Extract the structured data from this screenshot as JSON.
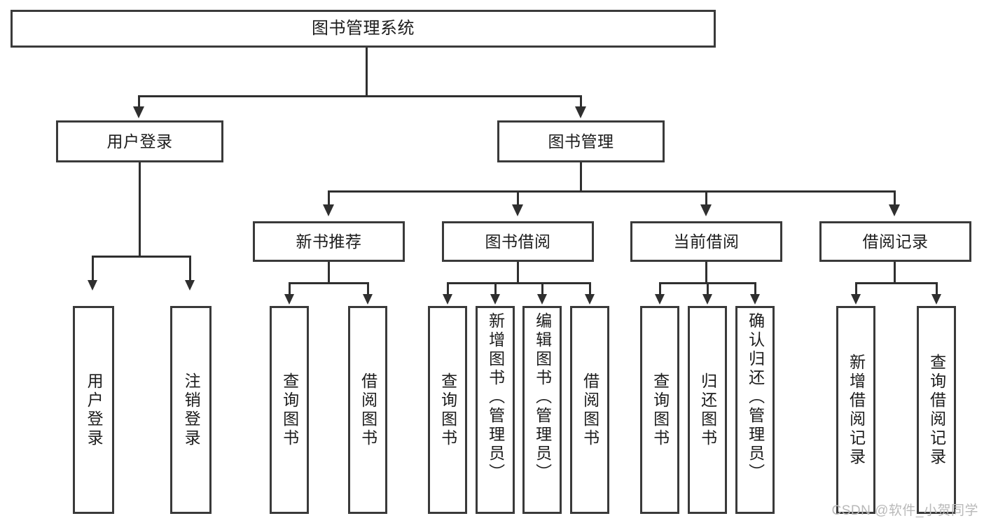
{
  "diagram": {
    "title": "图书管理系统",
    "type": "tree-hierarchy",
    "root": {
      "label": "图书管理系统"
    },
    "level1": [
      {
        "label": "用户登录"
      },
      {
        "label": "图书管理"
      }
    ],
    "level2": [
      {
        "label": "新书推荐"
      },
      {
        "label": "图书借阅"
      },
      {
        "label": "当前借阅"
      },
      {
        "label": "借阅记录"
      }
    ],
    "leaves": {
      "user_login": [
        {
          "label": "用户登录"
        },
        {
          "label": "注销登录"
        }
      ],
      "new_book_recommend": [
        {
          "label": "查询图书"
        },
        {
          "label": "借阅图书"
        }
      ],
      "book_borrow": [
        {
          "label": "查询图书"
        },
        {
          "label": "新增图书（管理员）"
        },
        {
          "label": "编辑图书（管理员）"
        },
        {
          "label": "借阅图书"
        }
      ],
      "current_borrow": [
        {
          "label": "查询图书"
        },
        {
          "label": "归还图书"
        },
        {
          "label": "确认归还（管理员）"
        }
      ],
      "borrow_record": [
        {
          "label": "新增借阅记录"
        },
        {
          "label": "查询借阅记录"
        }
      ]
    }
  },
  "watermark": {
    "text": "CSDN @软件_小贺同学"
  },
  "colors": {
    "box_border": "#3a3a3a",
    "line": "#2f2f2f",
    "background": "#ffffff",
    "text": "#1c1c1c",
    "watermark": "#b9b9b9"
  }
}
